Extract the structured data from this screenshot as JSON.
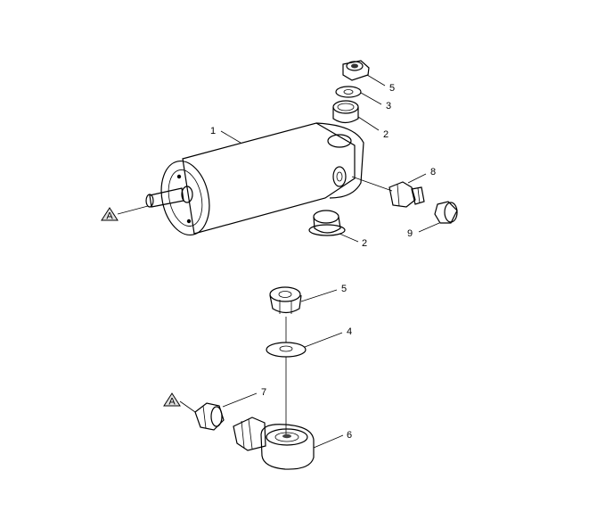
{
  "callouts": {
    "c1": "1",
    "c2a": "2",
    "c2b": "2",
    "c3": "3",
    "c4": "4",
    "c5a": "5",
    "c5b": "5",
    "c6": "6",
    "c7": "7",
    "c8": "8",
    "c9": "9"
  },
  "ref_markers": {
    "upper": "A",
    "lower": "A"
  }
}
